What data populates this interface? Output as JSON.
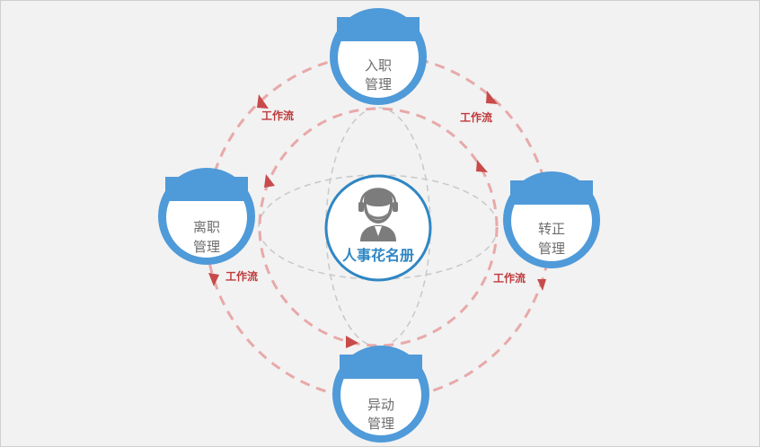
{
  "center": {
    "label": "人事花名册",
    "icon": "person-with-headset-icon"
  },
  "nodes": {
    "onboarding": {
      "line1": "入职",
      "line2": "管理"
    },
    "regularization": {
      "line1": "转正",
      "line2": "管理"
    },
    "transfer": {
      "line1": "异动",
      "line2": "管理"
    },
    "resignation": {
      "line1": "离职",
      "line2": "管理"
    }
  },
  "flow_labels": {
    "top_left": "工作流",
    "top_right": "工作流",
    "bottom_left": "工作流",
    "bottom_right": "工作流"
  },
  "colors": {
    "node_blue": "#4f9ad9",
    "flow_line": "#e8a9a9",
    "arrow": "#c84a4a",
    "flow_text": "#c0393b",
    "center_blue": "#2f86c4",
    "ellipse_gray": "#c6c6c6"
  }
}
